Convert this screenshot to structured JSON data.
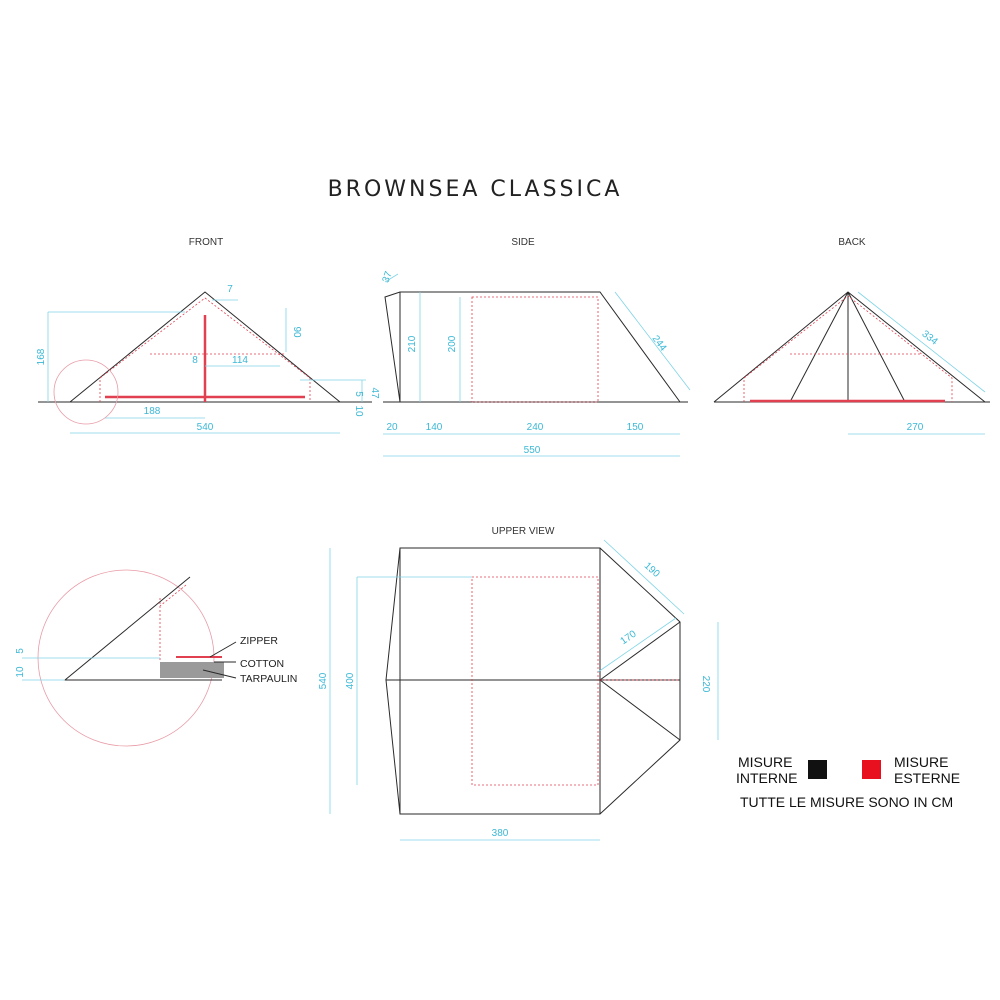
{
  "title": "BROWNSEA CLASSICA",
  "views": {
    "front": "FRONT",
    "side": "SIDE",
    "back": "BACK",
    "upper": "UPPER VIEW"
  },
  "dims": {
    "front": {
      "d7": "7",
      "d90": "90",
      "d168": "168",
      "d8": "8",
      "d114": "114",
      "d47": "47",
      "d5": "5",
      "d10": "10",
      "d188": "188",
      "d540": "540"
    },
    "side": {
      "d37": "37",
      "d210": "210",
      "d200": "200",
      "d244": "244",
      "d20": "20",
      "d140": "140",
      "d240": "240",
      "d150": "150",
      "d550": "550"
    },
    "back": {
      "d334": "334",
      "d270": "270"
    },
    "detail": {
      "d5": "5",
      "d10": "10"
    },
    "upper": {
      "d190": "190",
      "d170": "170",
      "d540": "540",
      "d400": "400",
      "d220": "220",
      "d380": "380"
    }
  },
  "detail_labels": {
    "zipper": "ZIPPER",
    "cotton": "COTTON",
    "tarpaulin": "TARPAULIN"
  },
  "legend": {
    "internal_line1": "MISURE",
    "internal_line2": "INTERNE",
    "external_line1": "MISURE",
    "external_line2": "ESTERNE",
    "note": "TUTTE LE MISURE SONO IN CM",
    "internal_color": "#111111",
    "external_color": "#e8101e"
  }
}
